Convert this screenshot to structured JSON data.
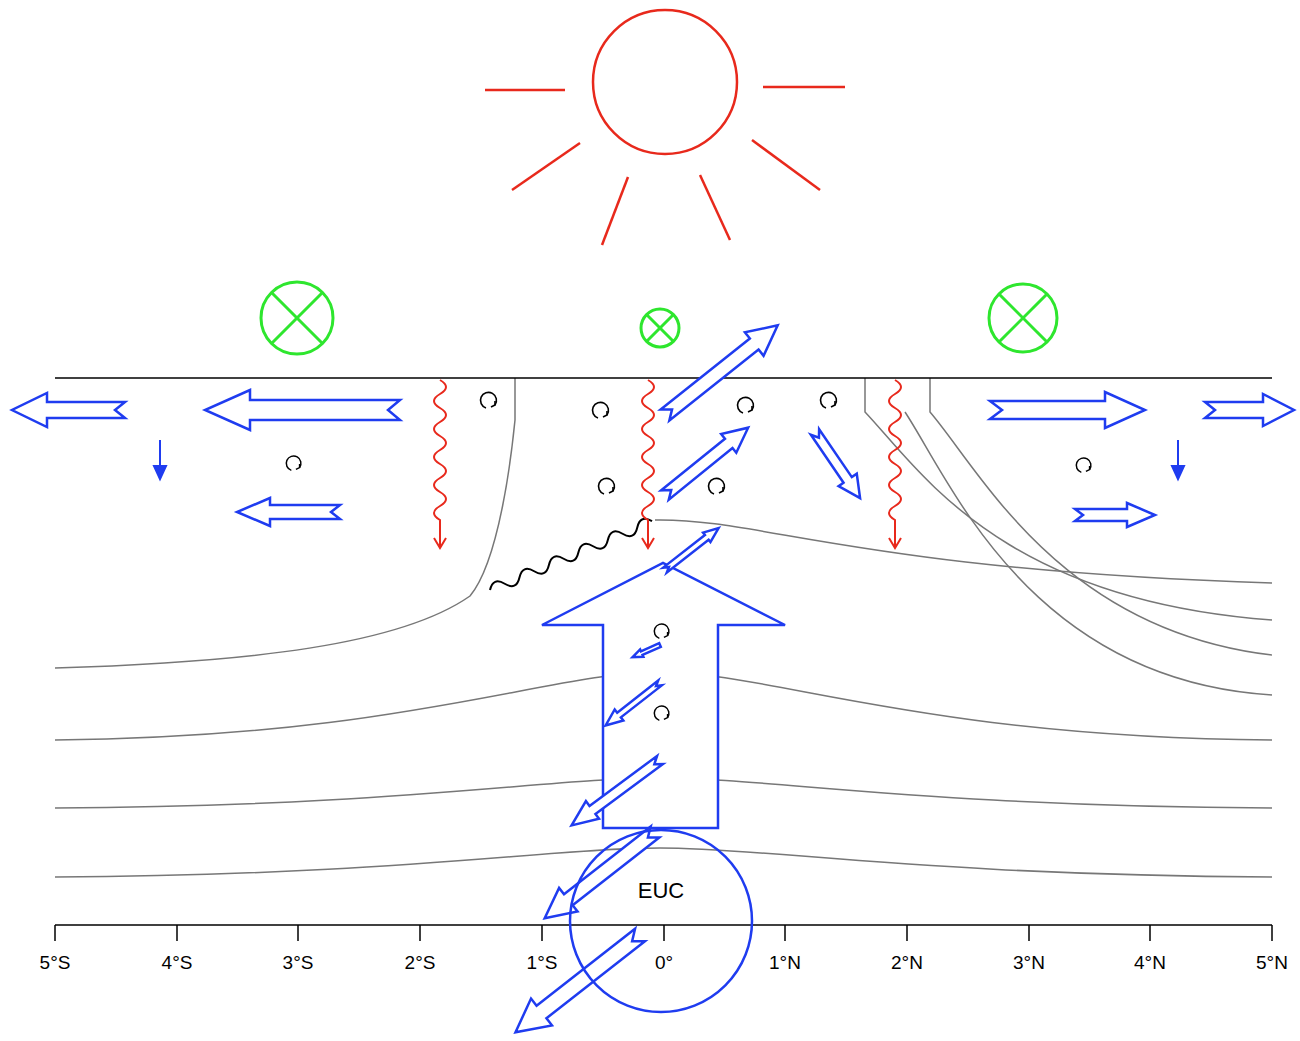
{
  "diagram": {
    "nodes": [
      {
        "text": [
          "EUC"
        ]
      }
    ],
    "labels": [
      "5°S",
      "4°S",
      "3°S",
      "2°S",
      "1°S",
      "0°",
      "1°N",
      "2°N",
      "3°N",
      "4°N",
      "5°N"
    ]
  }
}
